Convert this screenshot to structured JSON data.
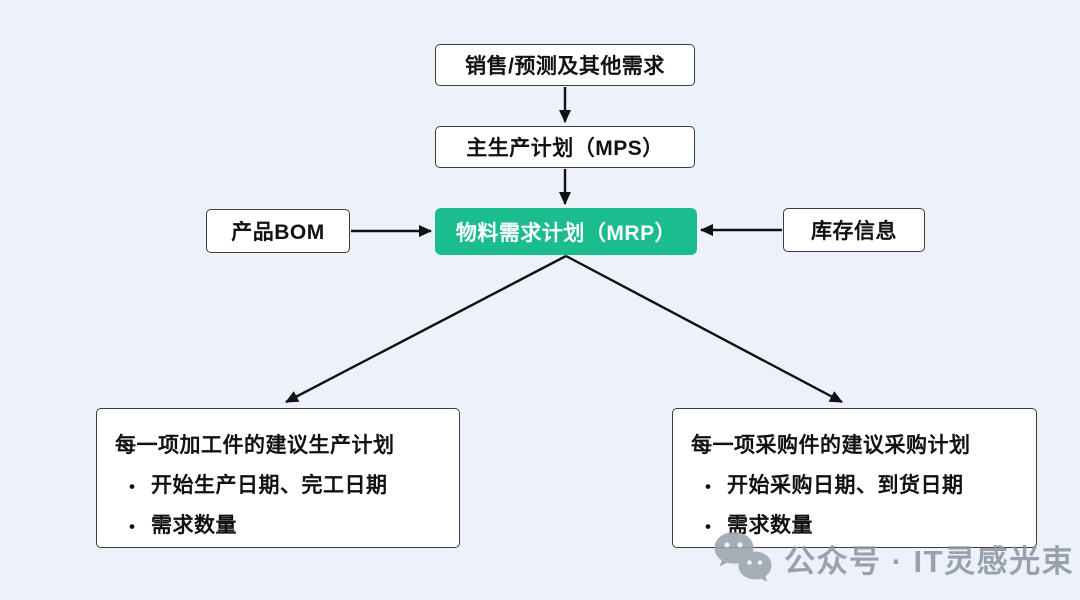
{
  "page": {
    "background": "#EDF2FA"
  },
  "colors": {
    "accent_green": "#1BBD8F",
    "box_fill": "#FFFFFF",
    "box_border": "#3D3D3D",
    "arrow": "#111111",
    "watermark_gray": "#8A939E"
  },
  "flowchart": {
    "nodes": {
      "demand": {
        "label": "销售/预测及其他需求"
      },
      "mps": {
        "label": "主生产计划（MPS）"
      },
      "mrp": {
        "label": "物料需求计划（MRP）"
      },
      "bom": {
        "label": "产品BOM"
      },
      "inventory": {
        "label": "库存信息"
      },
      "production_plan": {
        "title": "每一项加工件的建议生产计划",
        "bullet_glyph": "•",
        "bullets": [
          "开始生产日期、完工日期",
          "需求数量"
        ]
      },
      "purchase_plan": {
        "title": "每一项采购件的建议采购计划",
        "bullet_glyph": "•",
        "bullets": [
          "开始采购日期、到货日期",
          "需求数量"
        ]
      }
    },
    "edges": [
      {
        "from": "demand",
        "to": "mps"
      },
      {
        "from": "mps",
        "to": "mrp"
      },
      {
        "from": "bom",
        "to": "mrp"
      },
      {
        "from": "inventory",
        "to": "mrp"
      },
      {
        "from": "mrp",
        "to": "production_plan"
      },
      {
        "from": "mrp",
        "to": "purchase_plan"
      }
    ]
  },
  "watermark": {
    "icon": "wechat-icon",
    "text": "公众号 · IT灵感光束"
  }
}
